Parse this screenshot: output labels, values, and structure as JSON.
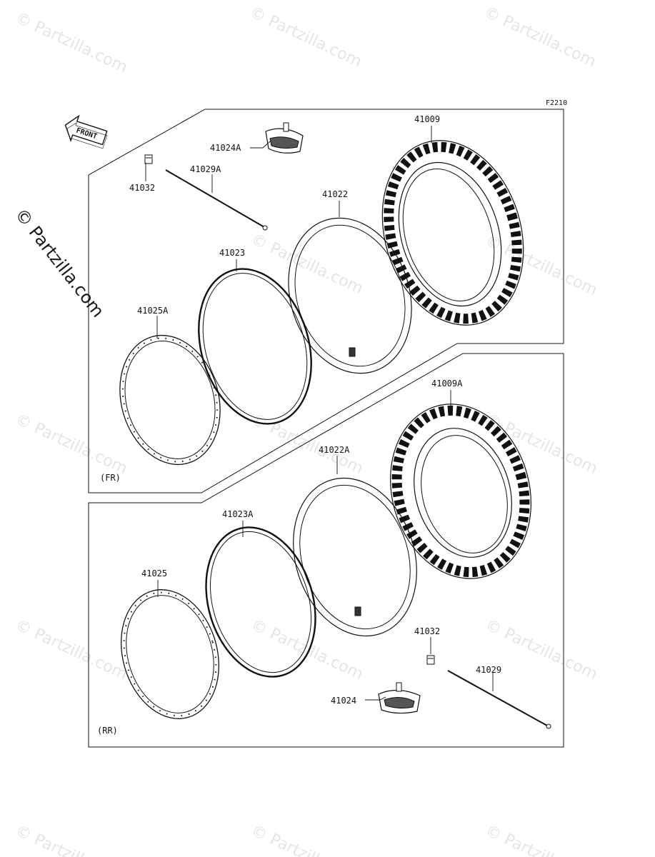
{
  "diagram_code": "F2210",
  "front_label": "FRONT",
  "watermark": "© Partzilla.com",
  "sections": {
    "front": "(FR)",
    "rear": "(RR)"
  },
  "parts": {
    "tire_front": "41009",
    "tire_rear": "41009A",
    "tube_front": "41022",
    "tube_rear": "41022A",
    "rim_band_front": "41023",
    "rim_band_rear": "41023A",
    "rim_front": "41025A",
    "rim_rear": "41025",
    "rim_lock_front": "41024A",
    "rim_lock_rear": "41024",
    "spoke_front": "41029A",
    "spoke_rear": "41029",
    "nipple_front": "41032",
    "nipple_rear": "41032"
  }
}
